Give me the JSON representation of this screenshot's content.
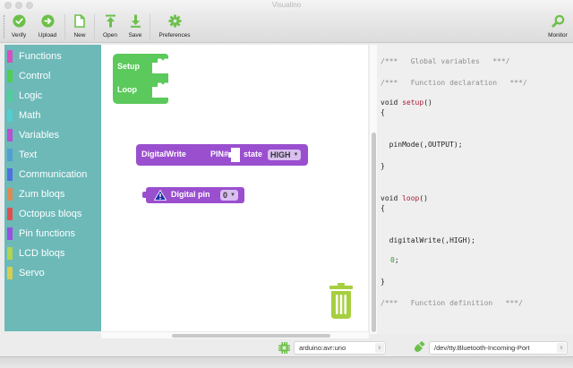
{
  "window": {
    "title": "Visualino"
  },
  "toolbar": {
    "buttons": [
      {
        "id": "verify",
        "label": "Verify",
        "icon": "check-circle-icon"
      },
      {
        "id": "upload",
        "label": "Upload",
        "icon": "arrow-right-circle-icon"
      },
      {
        "id": "new",
        "label": "New",
        "icon": "document-icon"
      },
      {
        "id": "open",
        "label": "Open",
        "icon": "upload-arrow-icon"
      },
      {
        "id": "save",
        "label": "Save",
        "icon": "download-arrow-icon"
      },
      {
        "id": "preferences",
        "label": "Preferences",
        "icon": "gear-icon"
      },
      {
        "id": "monitor",
        "label": "Monitor",
        "icon": "magnifier-icon"
      }
    ],
    "accent_color": "#6cc04a"
  },
  "sidebar": {
    "background": "#6cb9b8",
    "categories": [
      {
        "label": "Functions",
        "color": "#d54fc0"
      },
      {
        "label": "Control",
        "color": "#4fcf4f"
      },
      {
        "label": "Logic",
        "color": "#4fcf9a"
      },
      {
        "label": "Math",
        "color": "#4fcfcf"
      },
      {
        "label": "Variables",
        "color": "#b84fd5"
      },
      {
        "label": "Text",
        "color": "#4f9fd5"
      },
      {
        "label": "Communication",
        "color": "#4f6fe0"
      },
      {
        "label": "Zum bloqs",
        "color": "#e0884f"
      },
      {
        "label": "Octopus bloqs",
        "color": "#e04f4f"
      },
      {
        "label": "Pin functions",
        "color": "#9a4fe0"
      },
      {
        "label": "LCD bloqs",
        "color": "#b0d54f"
      },
      {
        "label": "Servo",
        "color": "#d5cf4f"
      }
    ]
  },
  "workspace": {
    "blocks": {
      "setup_loop": {
        "setup_label": "Setup",
        "loop_label": "Loop",
        "color": "#5bc95b"
      },
      "digital_write": {
        "title": "DigitalWrite",
        "pin_label": "PIN#",
        "state_label": "state",
        "state_value": "HIGH",
        "color": "#9a4fcf"
      },
      "digital_pin": {
        "title": "Digital pin",
        "pin_value": "0",
        "warning_icon": "warning-triangle-icon",
        "color": "#9a4fcf"
      }
    },
    "trash_icon": "trash-icon"
  },
  "code": {
    "lines": [
      {
        "text": "/***   Global variables   ***/",
        "kind": "comment"
      },
      {
        "text": "/***   Function declaration   ***/",
        "kind": "comment"
      },
      {
        "kw": "void ",
        "fn": "setup",
        "rest": "()"
      },
      {
        "text": "{"
      },
      {
        "text": "  pinMode(,OUTPUT);"
      },
      {
        "text": "}"
      },
      {
        "kw": "void ",
        "fn": "loop",
        "rest": "()"
      },
      {
        "text": "{"
      },
      {
        "text": "  digitalWrite(,HIGH);"
      },
      {
        "num": "0",
        "rest": ";"
      },
      {
        "text": "}"
      },
      {
        "text": "/***   Function definition   ***/",
        "kind": "comment"
      }
    ]
  },
  "statusbar": {
    "board": "arduino:avr:uno",
    "port": "/dev/tty.Bluetooth-Incoming-Port",
    "board_icon": "chip-icon",
    "port_icon": "usb-plug-icon"
  }
}
